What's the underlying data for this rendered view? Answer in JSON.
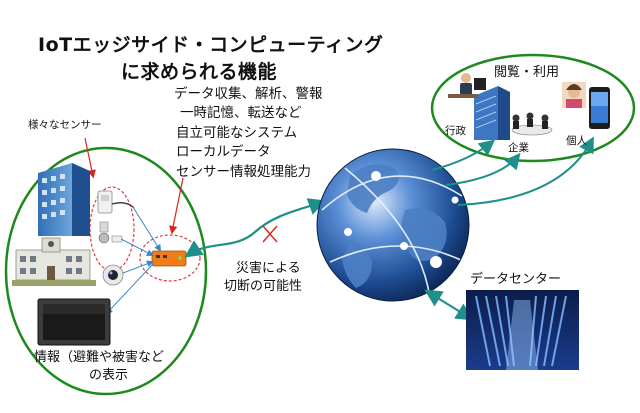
{
  "title": {
    "line1": "IoTエッジサイド・コンピューティング",
    "line2": "に求められる機能"
  },
  "requirements": [
    "データ収集、解析、警報",
    "一時記憶、転送など",
    "自立可能なシステム",
    "ローカルデータ",
    "センサー情報処理能力"
  ],
  "sensors_label": "様々なセンサー",
  "display_label": {
    "line1": "情報（避難や被害など",
    "line2": "の表示"
  },
  "disaster_label": {
    "line1": "災害による",
    "line2": "切断の可能性"
  },
  "datacenter_label": "データセンター",
  "users": {
    "title": "閲覧・利用",
    "gov": "行政",
    "company": "企業",
    "personal": "個人"
  },
  "colors": {
    "ellipse": "#1e8a1e",
    "link": "#1f8f8a",
    "cut": "#d9251c",
    "sensor_ring": "#e23b3b",
    "globe": "#2a5fa8"
  }
}
